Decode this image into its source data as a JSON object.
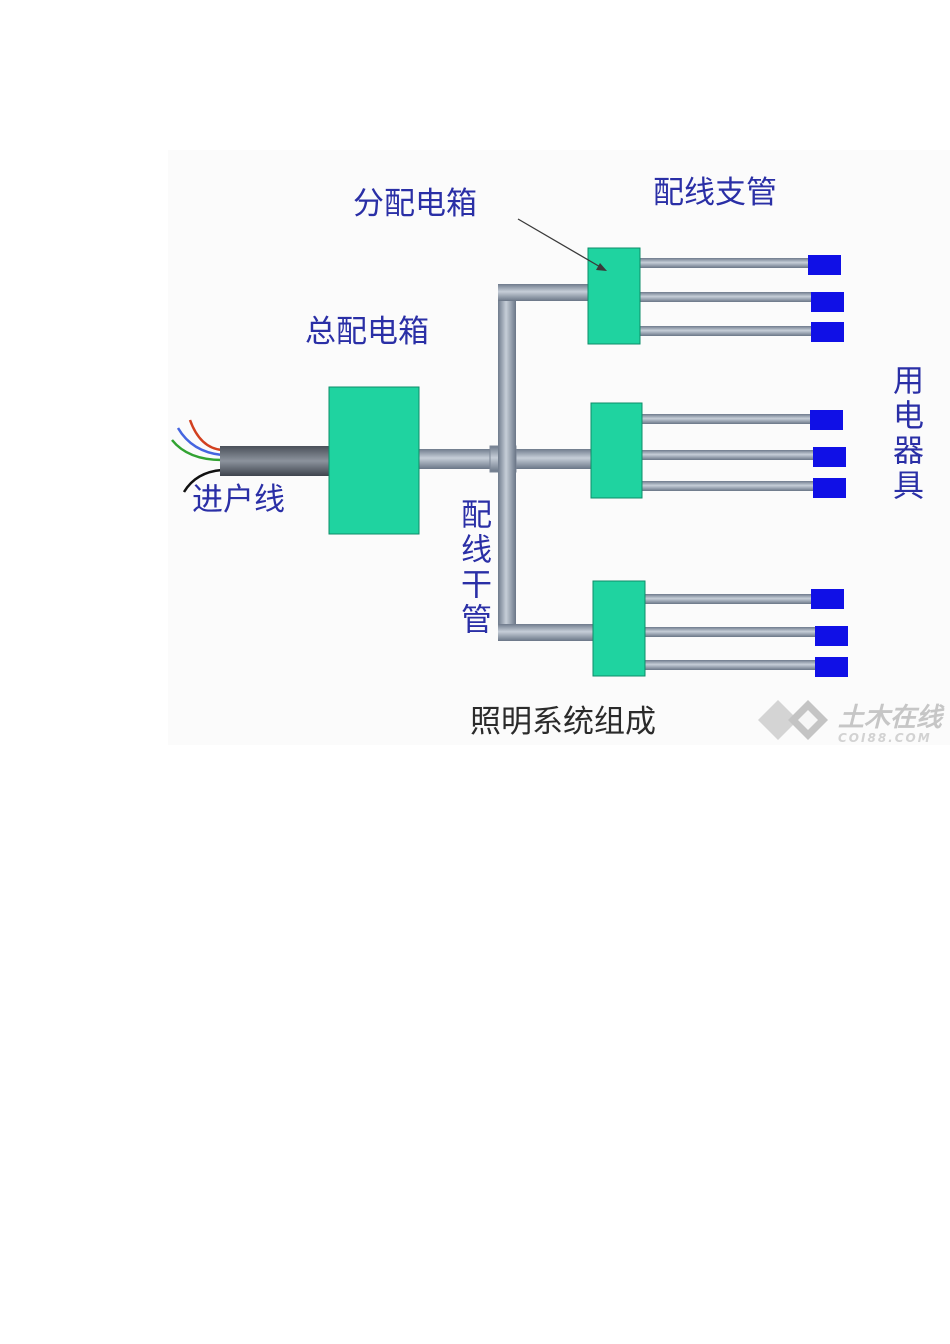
{
  "labels": {
    "sub_box": "分配电箱",
    "branch_pipe": "配线支管",
    "main_box": "总配电箱",
    "service_line": "进户线",
    "trunk_pipe": "配线干管",
    "appliances": "用电器具",
    "caption": "照明系统组成"
  },
  "watermark": {
    "text": "土木在线",
    "sub": "COI88.COM"
  },
  "colors": {
    "box": "#1fd3a0",
    "appliance": "#1010e6",
    "pipe": "#8a96a6",
    "label": "#2a2fa6",
    "wire_red": "#d2401f",
    "wire_blue": "#4565e0",
    "wire_green": "#32a332",
    "wire_black": "#111111"
  }
}
